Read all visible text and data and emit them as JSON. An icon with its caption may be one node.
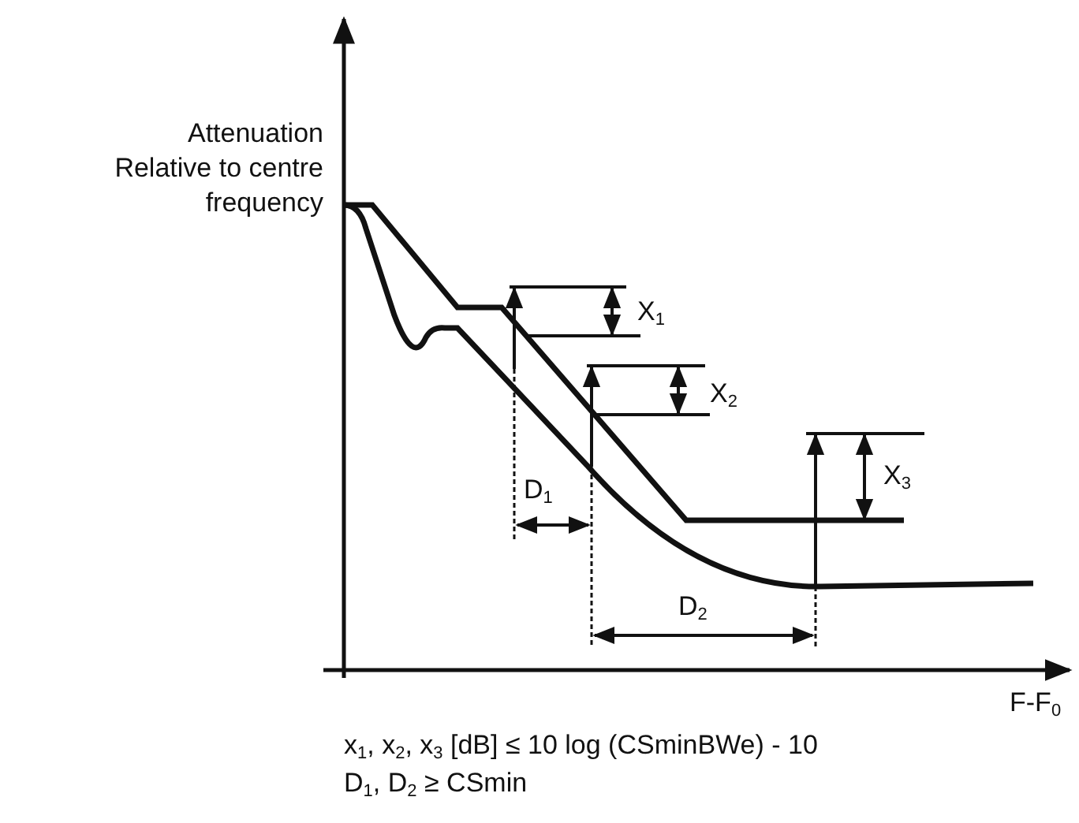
{
  "diagram": {
    "labels": [
      "Attenuation Relative to centre frequency",
      "X$_{1}$",
      "X$_{2}$",
      "D$_{1}$",
      "X$_{3}$",
      "D$_{2}$",
      "F-F$_{0}$",
      "x$_{1}$, x$_{2}$, x$_{3}$ [dB] ≤ 10 log (CSminBWe) - 10",
      "D$_{1}$, D$_{2}$ ≥ CSmin"
    ]
  }
}
